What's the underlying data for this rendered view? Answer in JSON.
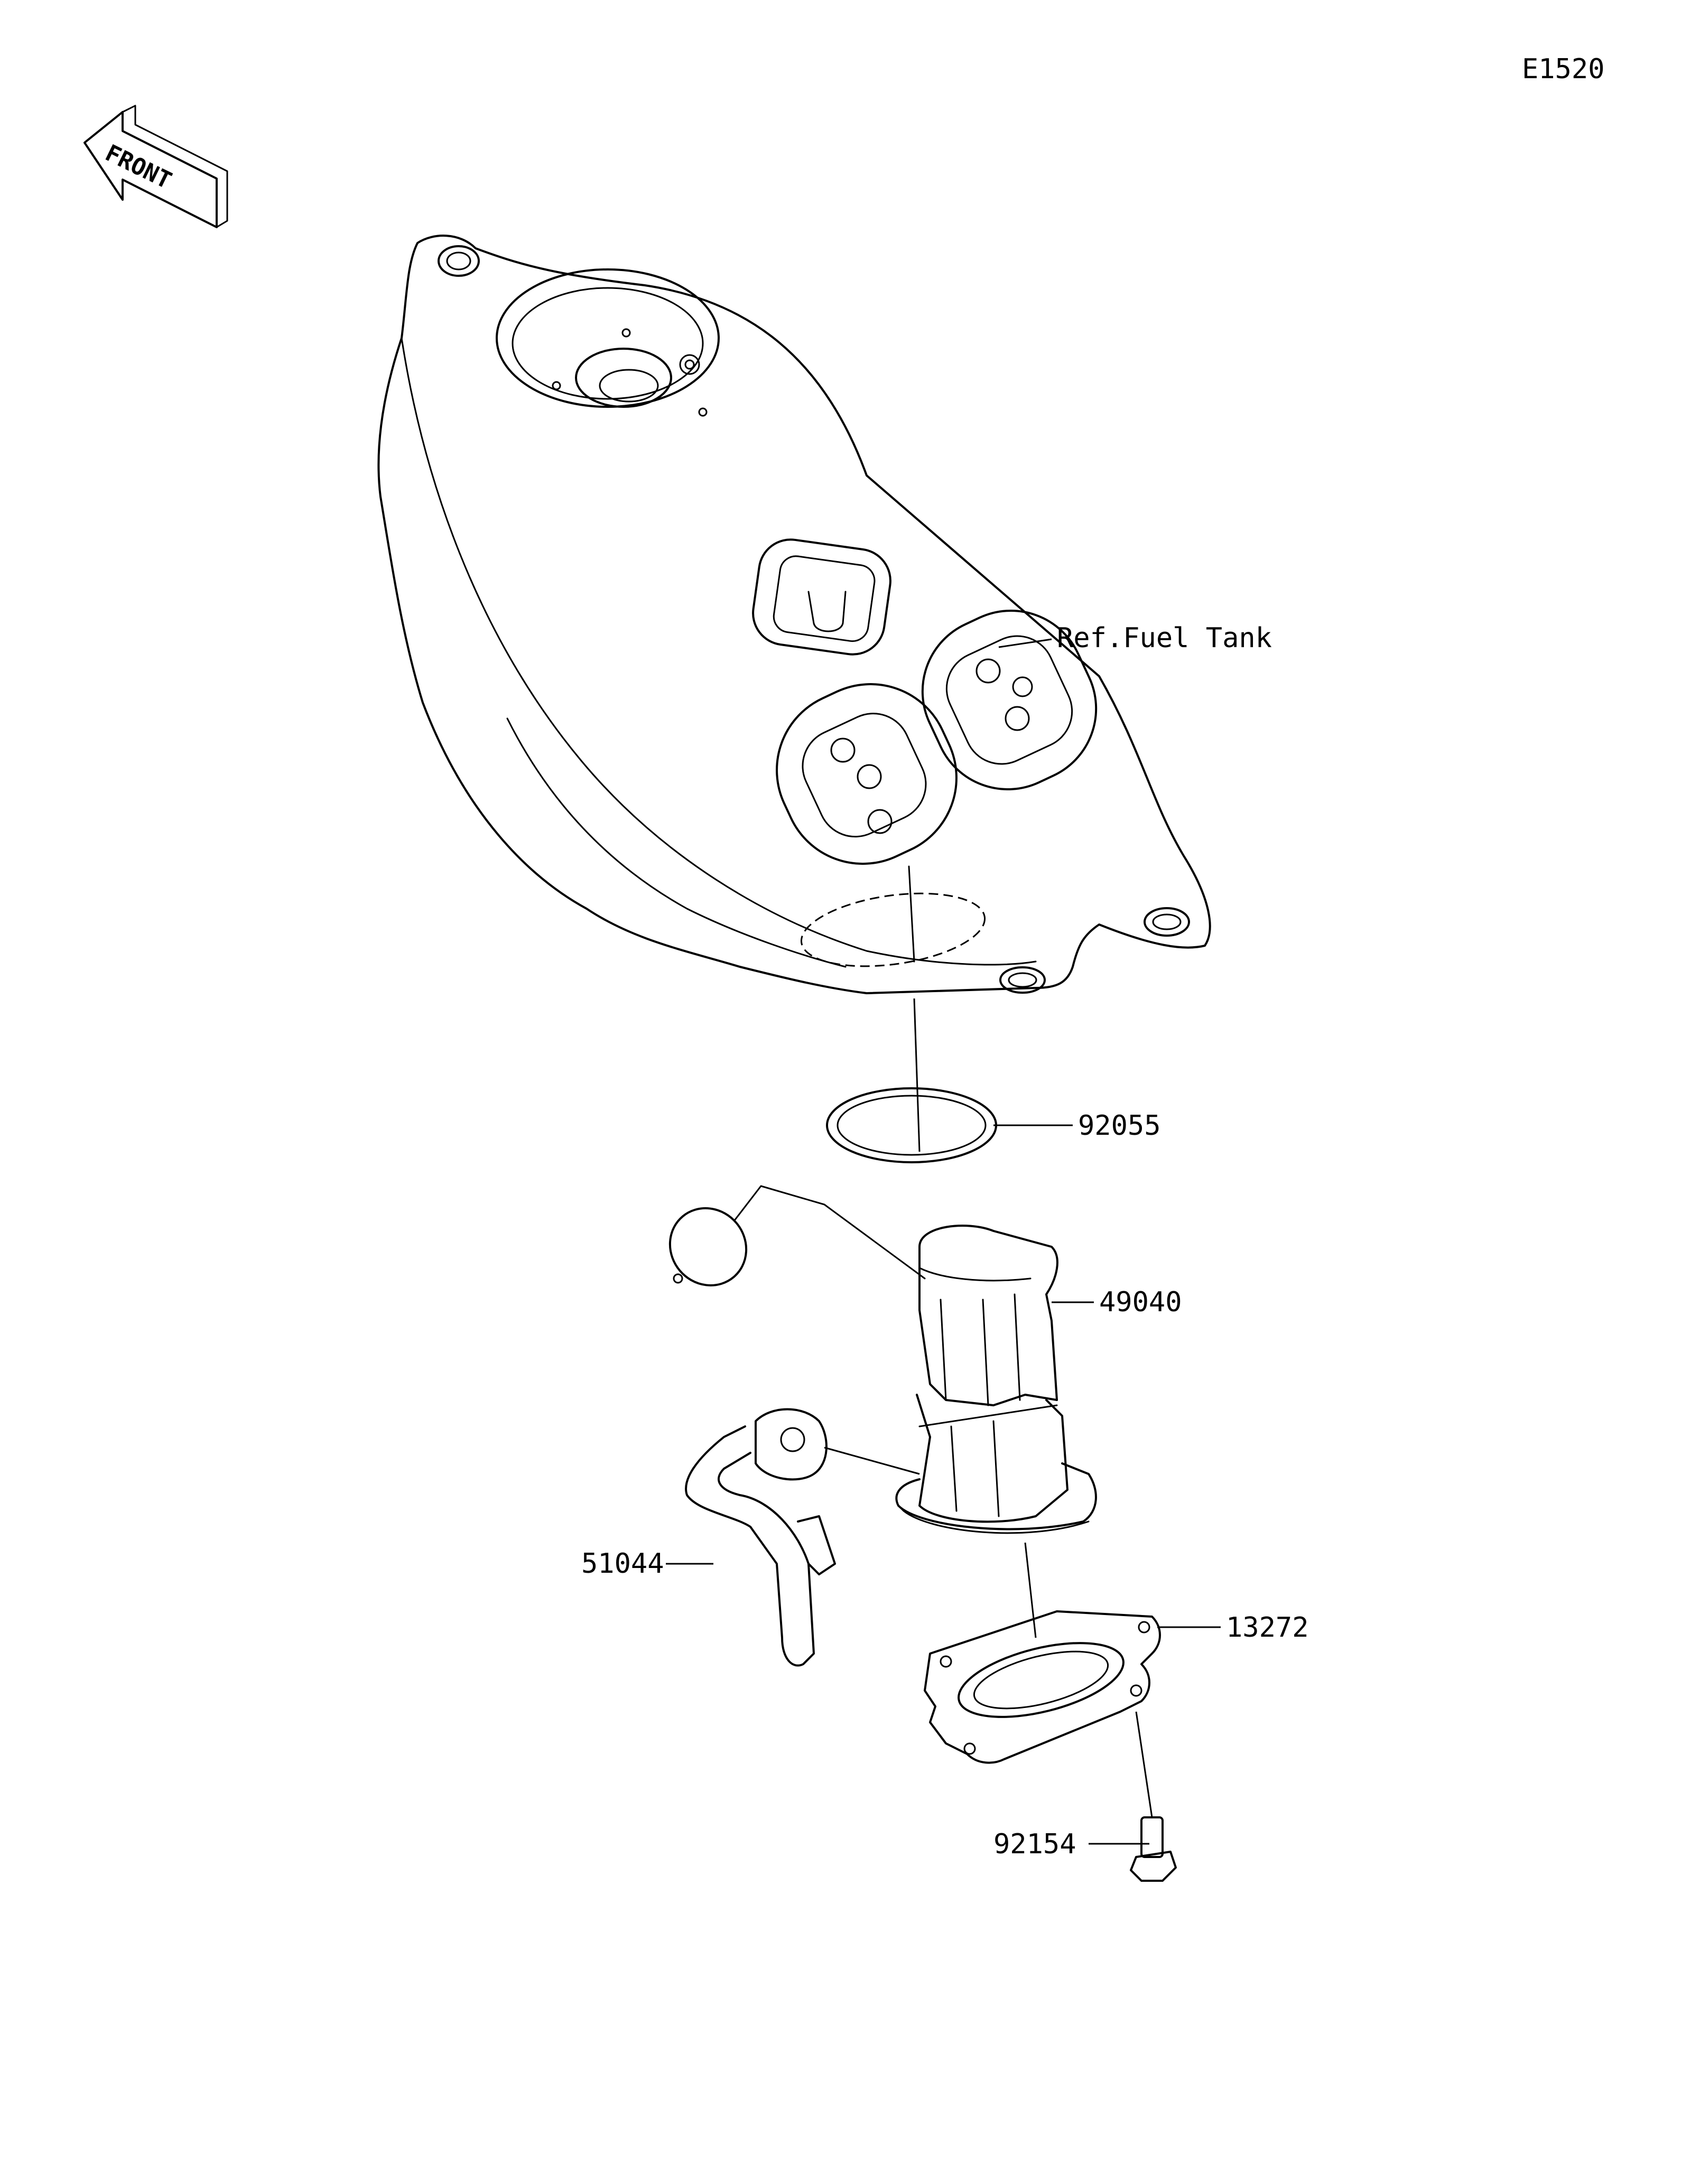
{
  "diagram_id": "E1520",
  "orientation": {
    "label": "FRONT",
    "icon": "front-arrow-icon"
  },
  "parts": [
    {
      "number": "Ref.Fuel Tank",
      "ref": true
    },
    {
      "number": "92055"
    },
    {
      "number": "49040"
    },
    {
      "number": "51044"
    },
    {
      "number": "13272"
    },
    {
      "number": "92154"
    }
  ]
}
